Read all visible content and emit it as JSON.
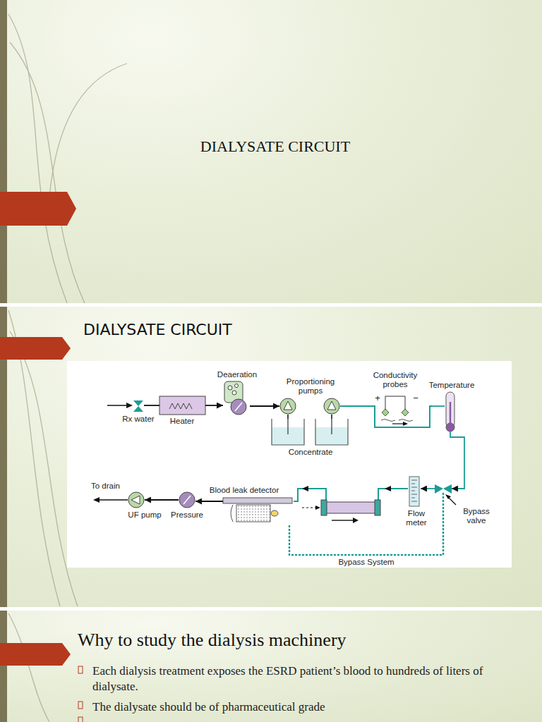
{
  "diagram": {
    "title": "DIALYSATE CIRCUIT",
    "nodes": [
      {
        "text": [
          "Rx water"
        ]
      },
      {
        "text": [
          "Heater"
        ]
      },
      {
        "text": [
          "Deaeration"
        ]
      },
      {
        "text": [
          "Proportioning pumps"
        ]
      },
      {
        "text": [
          "Concentrate"
        ]
      },
      {
        "text": [
          "Conductivity probes",
          "+",
          "−"
        ]
      },
      {
        "text": [
          "Temperature"
        ]
      },
      {
        "text": [
          "Bypass valve"
        ]
      },
      {
        "text": [
          "Flow meter"
        ]
      },
      {
        "text": [
          "Blood leak detector"
        ]
      },
      {
        "text": [
          "Pressure"
        ]
      },
      {
        "text": [
          "UF pump"
        ]
      }
    ],
    "edges": [
      {
        "from": 0,
        "to": 1,
        "arrow": "none"
      },
      {
        "from": 1,
        "to": 2,
        "arrow": "to"
      },
      {
        "from": 2,
        "to": 3,
        "arrow": "to"
      },
      {
        "from": 3,
        "to": 4,
        "arrow": "none"
      },
      {
        "from": 3,
        "to": 5,
        "arrow": "none"
      },
      {
        "from": 5,
        "to": 6,
        "arrow": "none"
      },
      {
        "from": 6,
        "to": 7,
        "arrow": "to"
      },
      {
        "from": 7,
        "to": 8,
        "arrow": "to"
      },
      {
        "from": 7,
        "to": 9,
        "label": "Bypass System",
        "arrow": "none"
      },
      {
        "from": 9,
        "to": 10,
        "arrow": "to"
      },
      {
        "from": 10,
        "to": 11,
        "arrow": "to"
      }
    ],
    "labels": [
      "DIALYSATE CIRCUIT",
      "To drain",
      "Why to study the dialysis machinery",
      "Each dialysis treatment exposes the ESRD patient’s blood to hundreds of liters of dialysate.",
      "The dialysate should be of pharmaceutical grade"
    ]
  }
}
